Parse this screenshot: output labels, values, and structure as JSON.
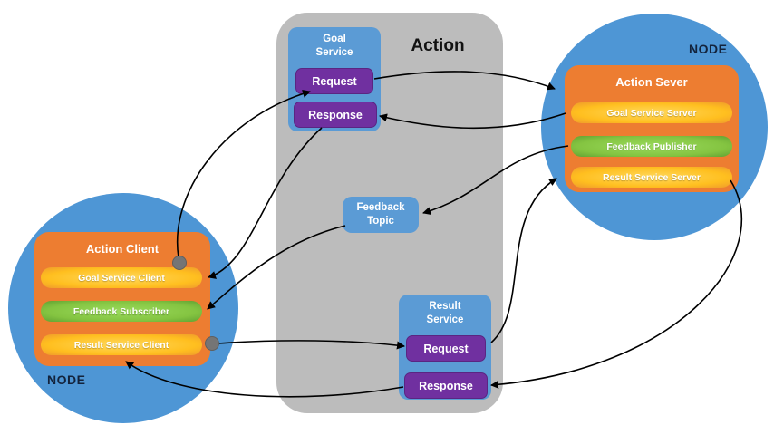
{
  "colors": {
    "background": "#ffffff",
    "action_group_gray": "#bcbcbc",
    "node_blue": "#4e96d5",
    "service_blue": "#5b9bd5",
    "request_purple": "#7030a0",
    "node_orange": "#ed7d31",
    "pill_yellow": "#ffc000",
    "pill_green": "#84c441",
    "arrow_black": "#000000",
    "dot_gray": "#7f7f7f"
  },
  "action_group": {
    "label": "Action",
    "goal_service": {
      "title": "Goal\nService",
      "request_label": "Request",
      "response_label": "Response"
    },
    "feedback_topic": {
      "title": "Feedback\nTopic"
    },
    "result_service": {
      "title": "Result\nService",
      "request_label": "Request",
      "response_label": "Response"
    }
  },
  "client_node": {
    "node_label": "NODE",
    "title": "Action Client",
    "pills": [
      {
        "label": "Goal Service Client"
      },
      {
        "label": "Feedback Subscriber"
      },
      {
        "label": "Result Service Client"
      }
    ]
  },
  "server_node": {
    "node_label": "NODE",
    "title": "Action Sever",
    "pills": [
      {
        "label": "Goal Service Server"
      },
      {
        "label": "Feedback Publisher"
      },
      {
        "label": "Result Service Server"
      }
    ]
  }
}
